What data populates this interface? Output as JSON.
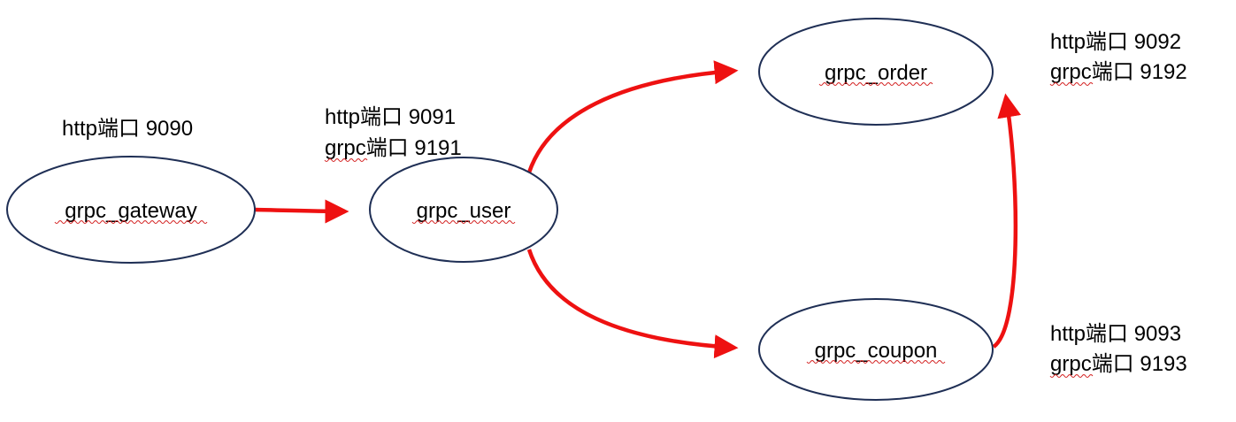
{
  "diagram": {
    "accent_color": "#ee1111",
    "node_stroke_color": "#1f2f55",
    "nodes": [
      {
        "id": "gateway",
        "label": "grpc_gateway",
        "ports": [
          "http端口 9090"
        ]
      },
      {
        "id": "user",
        "label": "grpc_user",
        "ports": [
          "http端口 9091",
          "grpc端口 9191"
        ]
      },
      {
        "id": "order",
        "label": "grpc_order",
        "ports": [
          "http端口 9092",
          "grpc端口 9192"
        ]
      },
      {
        "id": "coupon",
        "label": "grpc_coupon",
        "ports": [
          "http端口 9093",
          "grpc端口 9193"
        ]
      }
    ],
    "edges": [
      {
        "from": "gateway",
        "to": "user"
      },
      {
        "from": "user",
        "to": "order"
      },
      {
        "from": "user",
        "to": "coupon"
      },
      {
        "from": "coupon",
        "to": "order"
      }
    ]
  }
}
